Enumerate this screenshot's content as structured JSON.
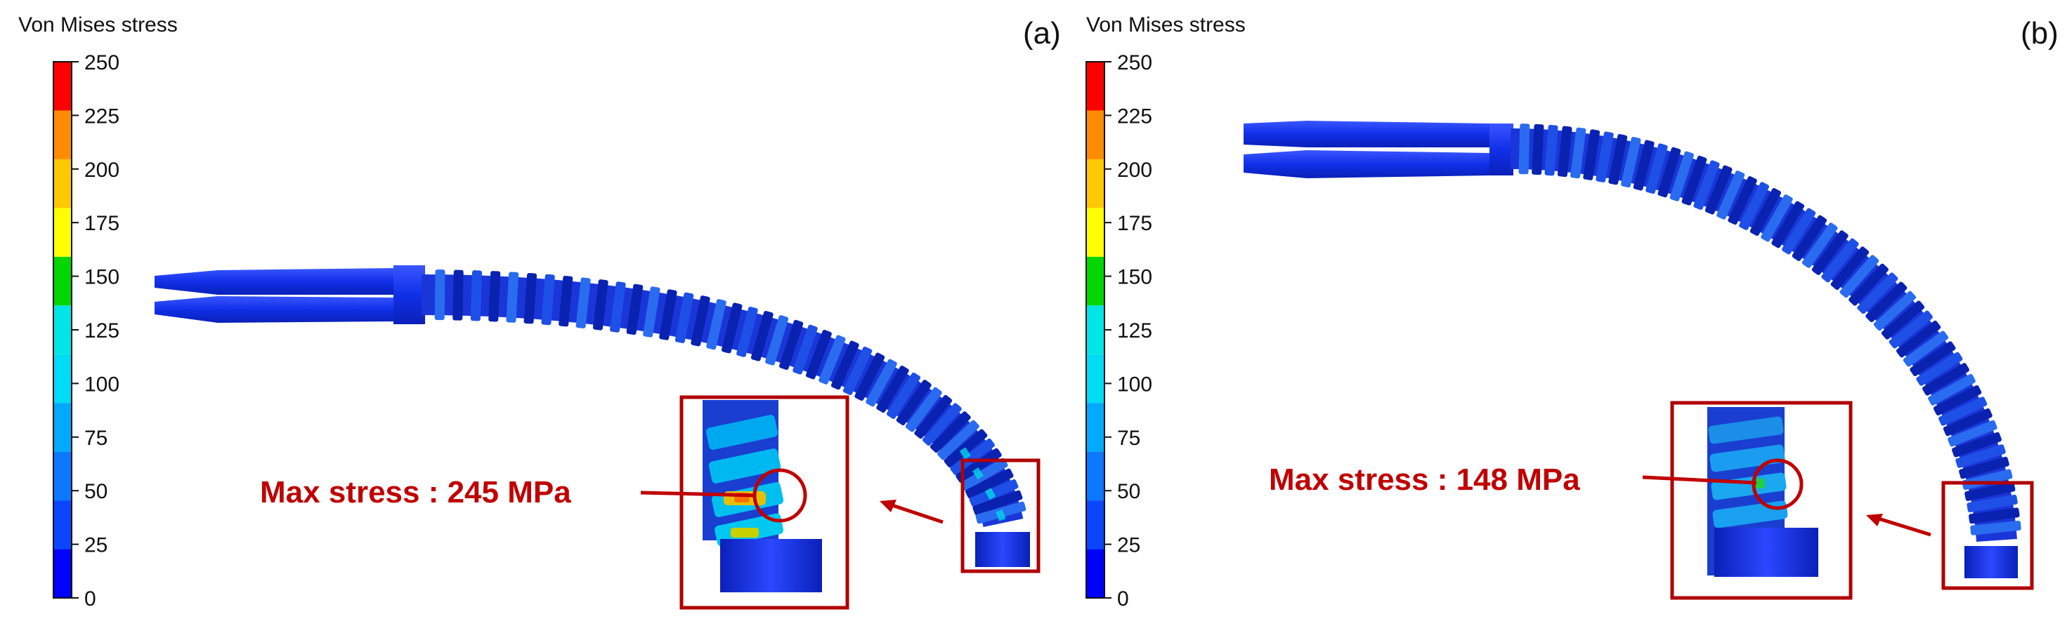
{
  "panels": [
    {
      "label": "(a)",
      "colorbar": {
        "title": "Von Mises stress",
        "ticks": [
          "250",
          "225",
          "200",
          "175",
          "150",
          "125",
          "100",
          "75",
          "50",
          "25",
          "0"
        ]
      },
      "annotation": "Max stress : 245 MPa"
    },
    {
      "label": "(b)",
      "colorbar": {
        "title": "Von Mises stress",
        "ticks": [
          "250",
          "225",
          "200",
          "175",
          "150",
          "125",
          "100",
          "75",
          "50",
          "25",
          "0"
        ]
      },
      "annotation": "Max stress : 148 MPa"
    }
  ],
  "colors": {
    "scale": [
      "#0000ff",
      "#0a46ff",
      "#0a78ff",
      "#00aaff",
      "#00dcf5",
      "#00e6e6",
      "#00d700",
      "#ffff00",
      "#ffc800",
      "#ff8c00",
      "#ff0000"
    ],
    "annotation": "#c00000",
    "model": "#1f3de0"
  }
}
